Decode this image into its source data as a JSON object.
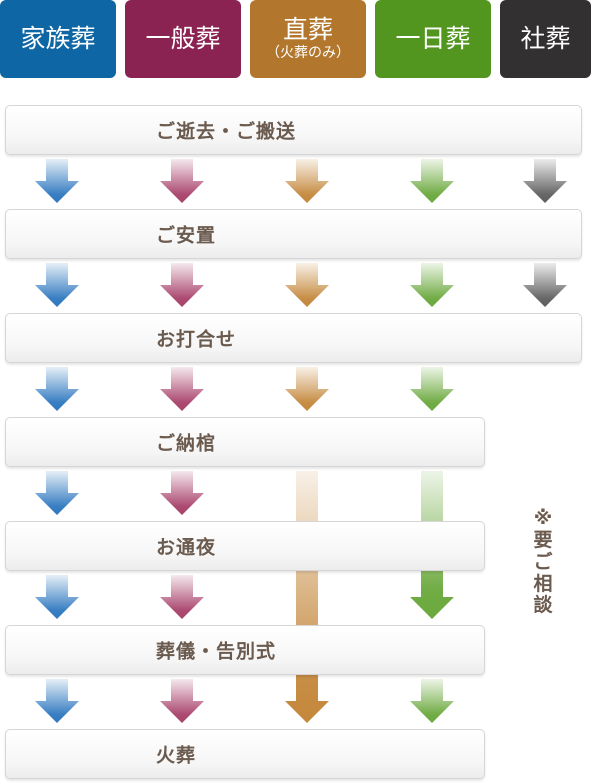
{
  "tabs": [
    {
      "key": "kazoku",
      "label": "家族葬",
      "sub": "",
      "color": "#0e67a4"
    },
    {
      "key": "ippan",
      "label": "一般葬",
      "sub": "",
      "color": "#8b2352"
    },
    {
      "key": "chokusou",
      "label": "直葬",
      "sub": "（火葬のみ）",
      "color": "#b3762d"
    },
    {
      "key": "ichinichi",
      "label": "一日葬",
      "sub": "",
      "color": "#52951f"
    },
    {
      "key": "shasou",
      "label": "社葬",
      "sub": "",
      "color": "#333032"
    }
  ],
  "steps": [
    {
      "label": "ご逝去・ご搬送"
    },
    {
      "label": "ご安置"
    },
    {
      "label": "お打合せ"
    },
    {
      "label": "ご納棺"
    },
    {
      "label": "お通夜"
    },
    {
      "label": "葬儀・告別式"
    },
    {
      "label": "火葬"
    }
  ],
  "note": [
    "※",
    "要",
    "ご",
    "相",
    "談"
  ],
  "arrow_colors": {
    "kazoku": "#2f78c0",
    "ippan": "#a8416a",
    "chokusou": "#c4883c",
    "ichinichi": "#6aa83c",
    "shasou": "#5f5f5f"
  }
}
